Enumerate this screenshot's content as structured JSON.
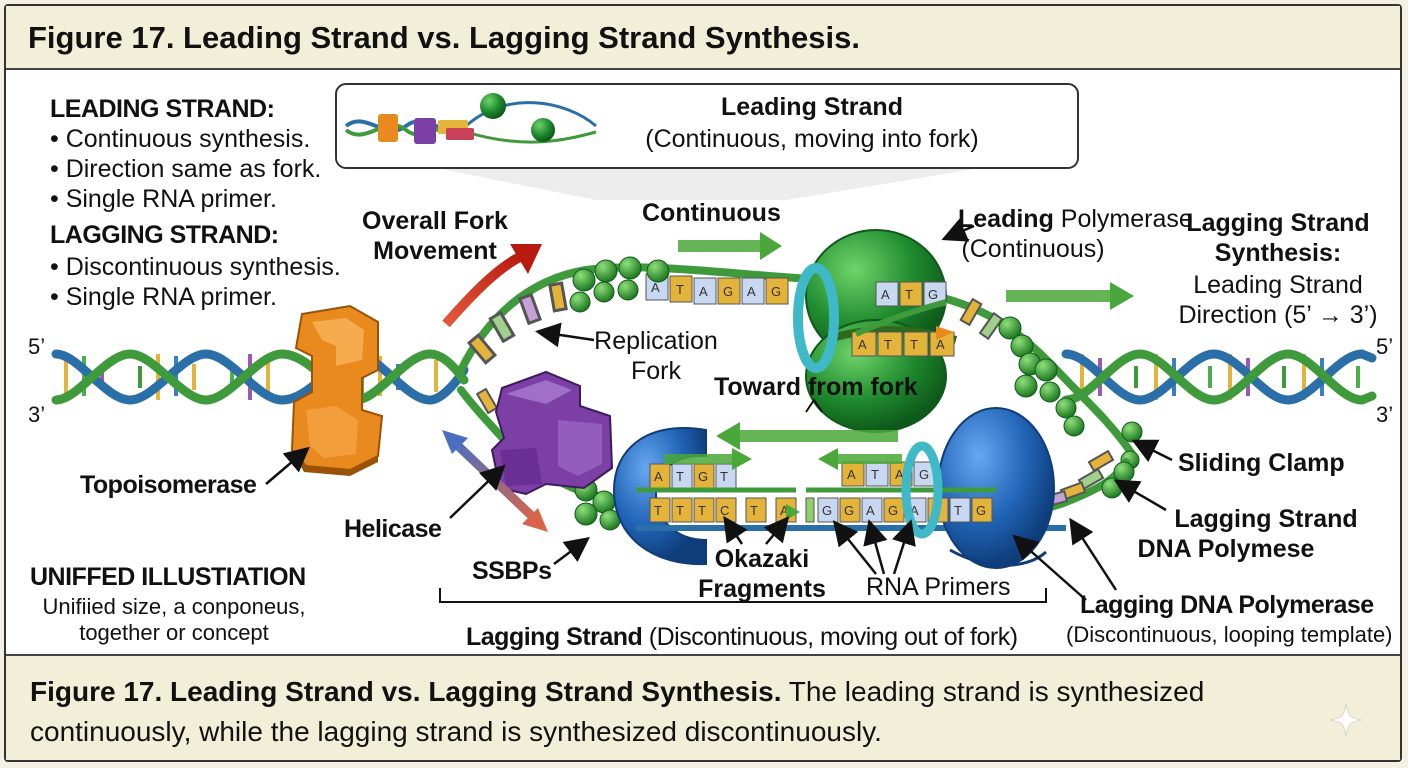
{
  "figure_title": "Figure 17. Leading Strand vs. Lagging Strand Synthesis.",
  "summary": {
    "leading_heading": "LEADING STRAND:",
    "leading_points": [
      "• Continuous synthesis.",
      "• Direction same as fork.",
      "• Single RNA primer."
    ],
    "lagging_heading": "LAGGING STRAND:",
    "lagging_points": [
      "• Discontinuous synthesis.",
      "• Single RNA primer."
    ]
  },
  "callout": {
    "title": "Leading Strand",
    "subtitle": "(Continuous, moving into fork)"
  },
  "labels": {
    "overall_fork_1": "Overall Fork",
    "overall_fork_2": "Movement",
    "continuous": "Continuous",
    "leading_poly_bold": "Leading",
    "leading_poly_rest": " Polymerase",
    "leading_poly_sub": "(Continuous)",
    "lag_synth_1": "Lagging Strand",
    "lag_synth_2": "Synthesis:",
    "lag_synth_3": "Leading Strand",
    "lag_synth_4": "Direction (5’ → 3’)",
    "five_prime_left": "5’",
    "three_prime_left": "3’",
    "five_prime_right": "5’",
    "three_prime_right": "3’",
    "replication_1": "Replication",
    "replication_2": "Fork",
    "toward_fork": "Toward from fork",
    "sliding_clamp": "Sliding Clamp",
    "lag_dna_poly_1": "Lagging Strand",
    "lag_dna_poly_2": "DNA Polymese",
    "topoisomerase": "Topoisomerase",
    "helicase": "Helicase",
    "ssbps": "SSBPs",
    "okazaki_1": "Okazaki",
    "okazaki_2": "Fragments",
    "rna_primers": "RNA Primers",
    "lagging_dna_polymerase": "Lagging DNA Polymerase",
    "lagging_dna_polymerase_sub": "(Discontinuous, looping template)",
    "lagging_strand_bold": "Lagging Strand",
    "lagging_strand_rest": " (Discontinuous, moving out of fork)",
    "unified_title": "UNIFFED ILLUSTIATION",
    "unified_1": "Unifiied size, a conponeus,",
    "unified_2": "together or concept"
  },
  "bases": {
    "top": [
      "A",
      "T",
      "A",
      "G",
      "A",
      "G"
    ],
    "lead_poly": [
      "A",
      "T",
      "G"
    ],
    "lead_poly_low": [
      "A",
      "T",
      "T",
      "A"
    ],
    "lag_left_top": [
      "A",
      "T",
      "G",
      "T"
    ],
    "lag_left_bot": [
      "T",
      "T",
      "T",
      "C",
      "T",
      "A"
    ],
    "lag_mid_top": [
      "A",
      "T",
      "A",
      "G"
    ],
    "lag_mid_bot": [
      "G",
      "G",
      "A",
      "G",
      "A",
      "T",
      "T",
      "G"
    ]
  },
  "caption": {
    "bold": "Figure 17. Leading Strand vs. Lagging Strand Synthesis.",
    "text": " The leading strand is synthesized continuously, while the lagging strand is synthesized discontinuously."
  },
  "colors": {
    "helix_blue": "#2a6fa8",
    "helix_green": "#3f9a3c",
    "topoisomerase": "#e88a1e",
    "helicase": "#7b3fa6",
    "polymerase_green": "#1f8a2e",
    "polymerase_blue": "#2163b5",
    "clamp": "#3fb8c8",
    "arrow_red": "#cc2a1e",
    "arrow_green": "#4aa83a"
  }
}
